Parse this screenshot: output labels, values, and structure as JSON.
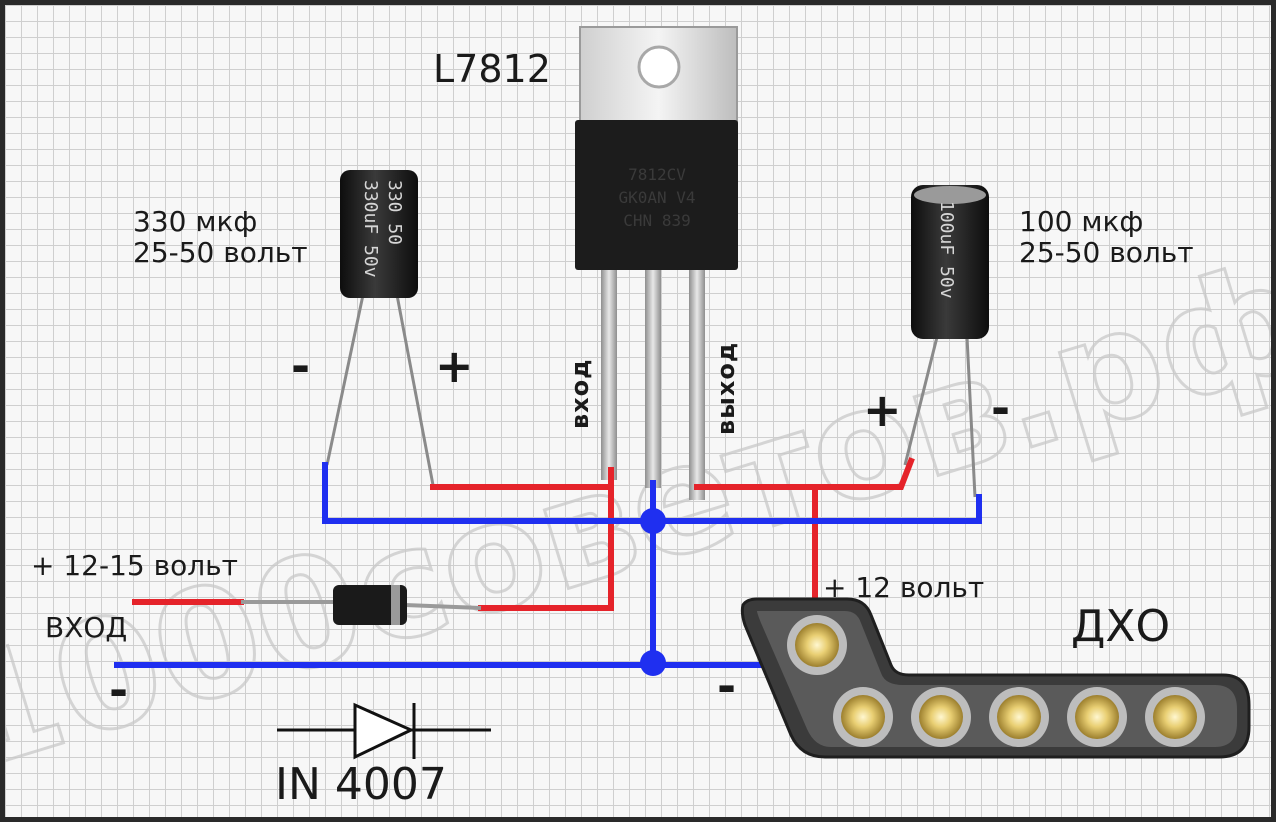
{
  "regulator": {
    "part": "L7812",
    "input_label": "вход",
    "output_label": "выход"
  },
  "cap_input": {
    "label": "330 мкф\n25-50 вольт",
    "minus": "-",
    "plus": "+"
  },
  "cap_output": {
    "label": "100 мкф\n25-50 вольт",
    "plus": "+",
    "minus": "-"
  },
  "supply": {
    "voltage_label": "+ 12-15 вольт",
    "input_label": "ВХОД",
    "minus": "-"
  },
  "output": {
    "voltage_label": "+ 12 вольт",
    "minus": "-"
  },
  "drl": {
    "label": "ДХО"
  },
  "diode": {
    "part": "IN 4007"
  },
  "watermark": "1000советов.рф",
  "colors": {
    "positive_wire": "#e5232a",
    "ground_wire": "#1f2ff0",
    "grid": "#cfcfcf"
  }
}
